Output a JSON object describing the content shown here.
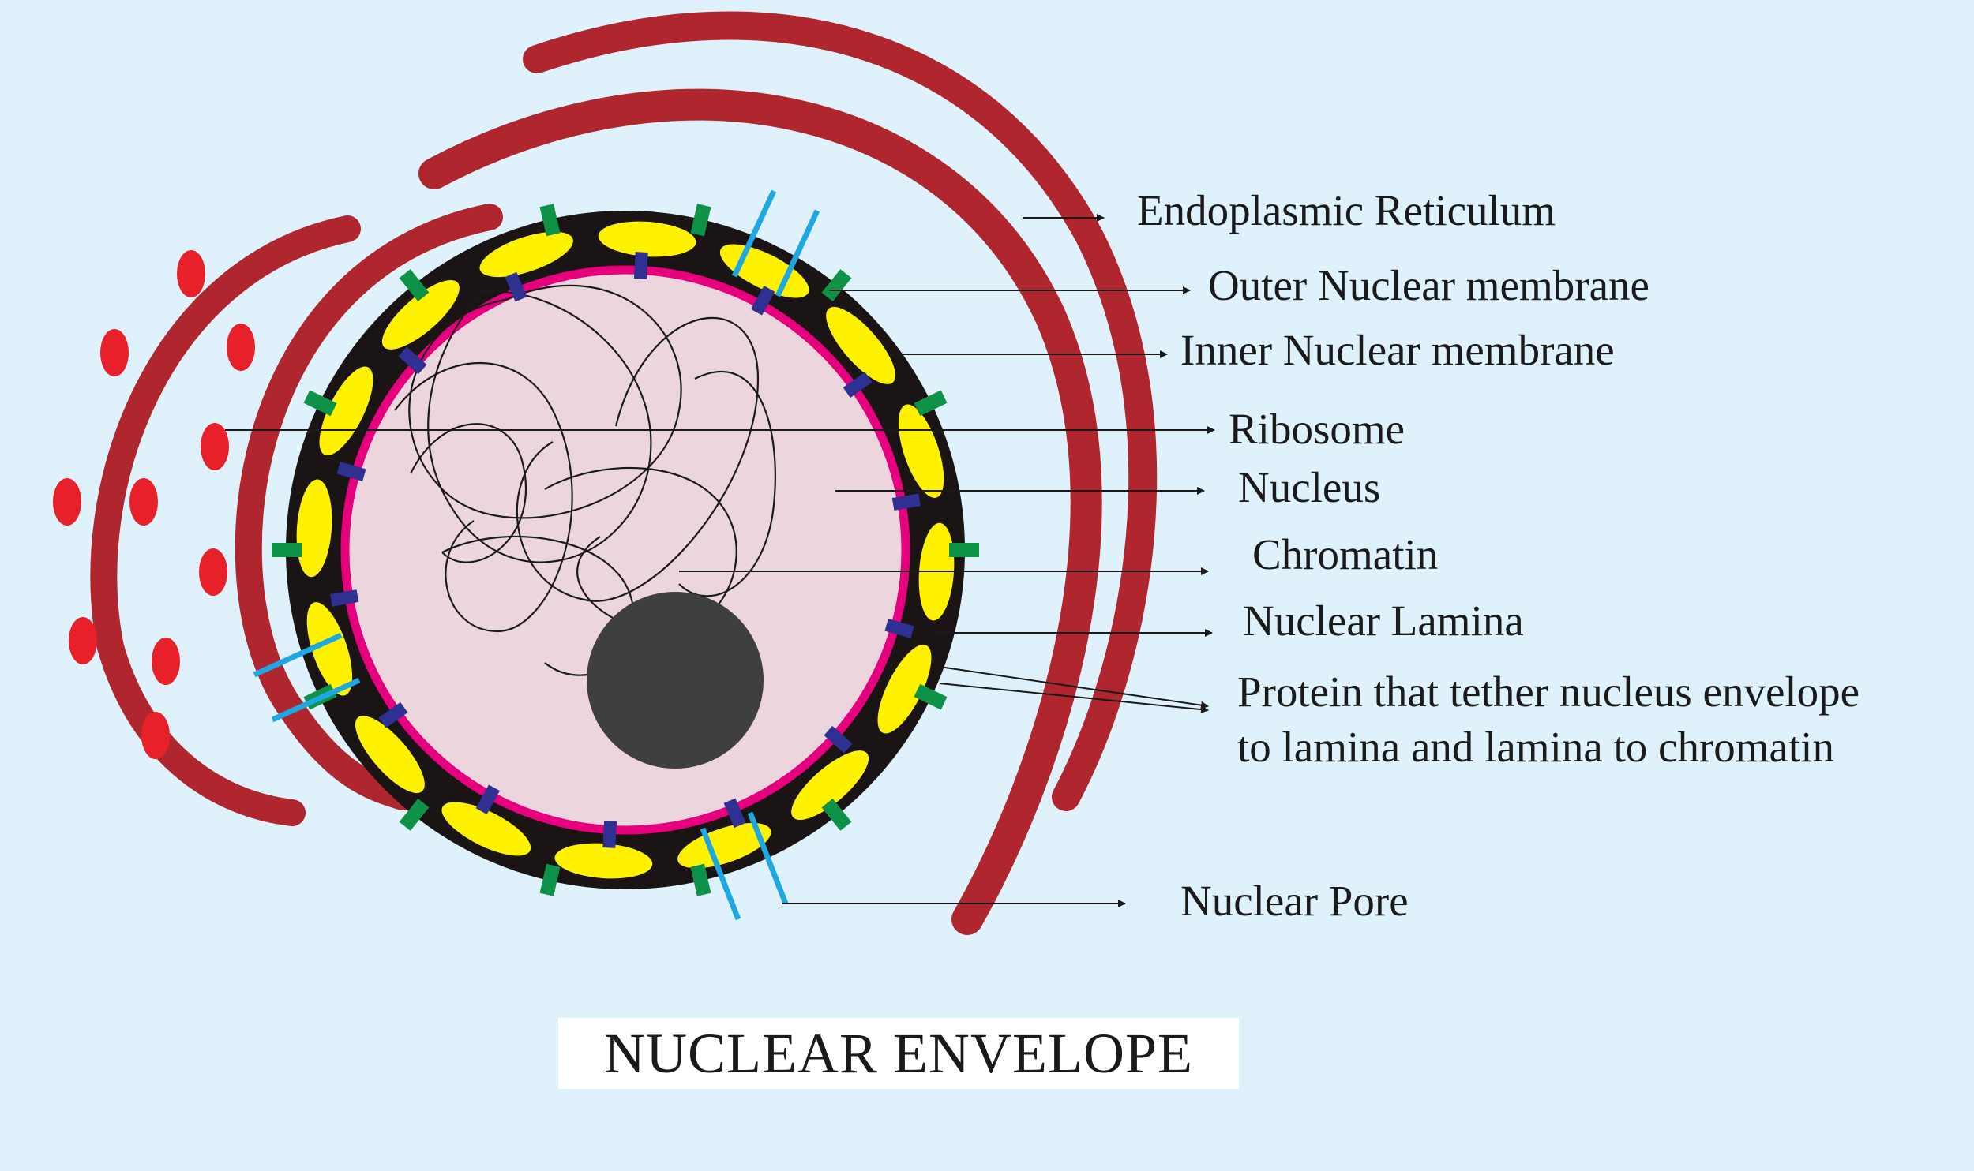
{
  "title": "NUCLEAR ENVELOPE",
  "labels": {
    "endoplasmic_reticulum": "Endoplasmic Reticulum",
    "outer_nuclear_membrane": "Outer Nuclear membrane",
    "inner_nuclear_membrane": "Inner Nuclear membrane",
    "ribosome": "Ribosome",
    "nucleus": "Nucleus",
    "chromatin": "Chromatin",
    "nuclear_lamina": "Nuclear Lamina",
    "protein_line1": "Protein that tether nucleus envelope",
    "protein_line2": "to lamina and lamina to chromatin",
    "nuclear_pore": "Nuclear Pore"
  },
  "colors": {
    "background": "#dff2fb",
    "er": "#b0262f",
    "ribosome": "#e8202a",
    "outer_membrane": "#1a1414",
    "perinuclear_vesicle": "#fff200",
    "inner_membrane": "#e6007e",
    "nucleoplasm": "#ecd5dc",
    "nucleolus": "#3f3f3f",
    "outer_protein": "#0e9247",
    "inner_protein": "#2e3192",
    "pore": "#1ea7e1",
    "chromatin": "#1a1a1a"
  }
}
